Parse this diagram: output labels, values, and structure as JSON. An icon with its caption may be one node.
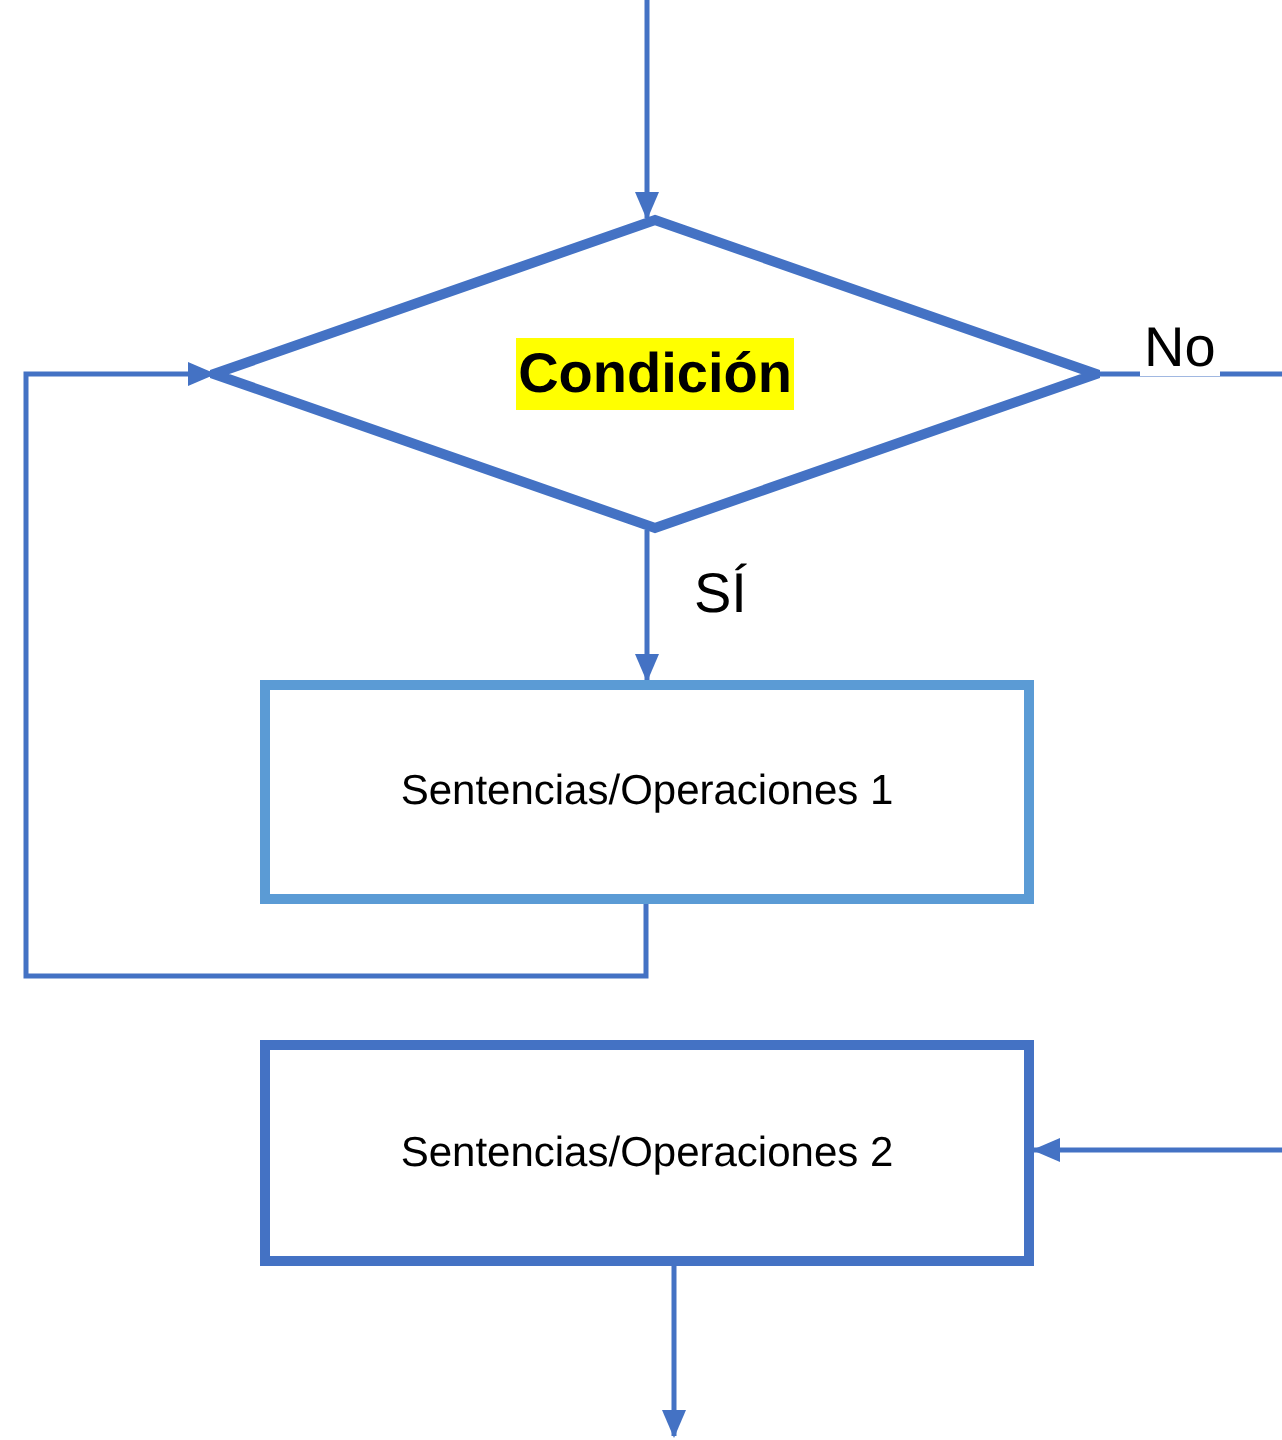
{
  "diagram": {
    "nodes": [
      {
        "text": [
          "Condición"
        ]
      },
      {
        "text": [
          "Sentencias/Operaciones 1"
        ]
      },
      {
        "text": [
          "Sentencias/Operaciones 2"
        ]
      }
    ],
    "edges": [
      {
        "from": null,
        "to": 0,
        "arrow": "to"
      },
      {
        "from": 0,
        "to": 1,
        "arrow": "to",
        "label": "SÍ"
      },
      {
        "from": 1,
        "to": 0,
        "arrow": "to"
      },
      {
        "from": 0,
        "to": null,
        "arrow": "none",
        "label": "No"
      },
      {
        "from": null,
        "to": 2,
        "arrow": "to"
      },
      {
        "from": 2,
        "to": null,
        "arrow": "to"
      }
    ]
  }
}
